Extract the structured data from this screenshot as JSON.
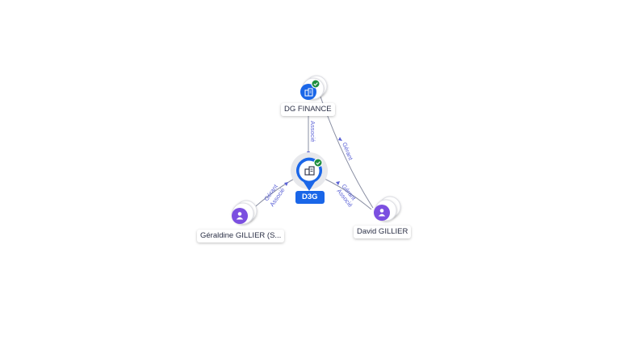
{
  "nodes": {
    "dg_finance": {
      "label": "DG FINANCE",
      "type": "company",
      "verified": true
    },
    "d3g": {
      "label": "D3G",
      "type": "company",
      "verified": true,
      "selected": true
    },
    "geraldine": {
      "label": "Géraldine GILLIER (S...",
      "type": "person"
    },
    "david": {
      "label": "David GILLIER",
      "type": "person"
    }
  },
  "edges": {
    "dg_to_d3g": {
      "label": "Associé"
    },
    "david_to_dg": {
      "label": "Gérant"
    },
    "geraldine_to_d3g": {
      "label1": "Gérant",
      "label2": "Associé"
    },
    "david_to_d3g": {
      "label1": "Gérant",
      "label2": "Associé"
    }
  },
  "icons": {
    "company": "building-icon",
    "person": "person-icon",
    "verified": "check-badge-icon"
  },
  "colors": {
    "company": "#1a66e8",
    "person": "#7b4fe0",
    "verified": "#1e8e3e",
    "edge": "#8a8fa3",
    "edge_label": "#5b62d6"
  }
}
